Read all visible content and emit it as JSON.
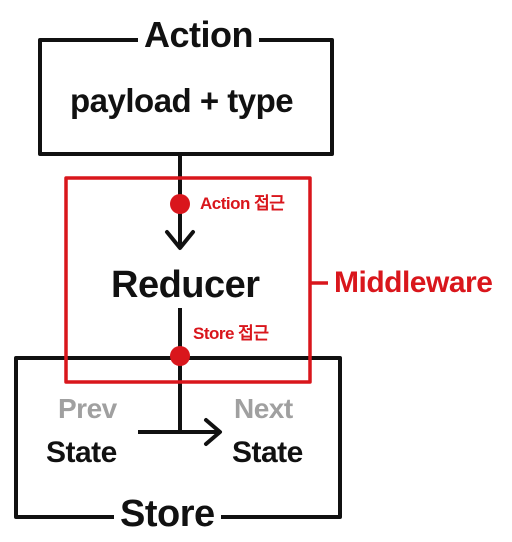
{
  "action": {
    "title": "Action",
    "content": "payload + type"
  },
  "middleware": {
    "label": "Middleware",
    "reducer_label": "Reducer",
    "action_access": "Action 접근",
    "store_access": "Store 접근"
  },
  "store": {
    "title": "Store",
    "prev_label": "Prev",
    "prev_state": "State",
    "next_label": "Next",
    "next_state": "State"
  },
  "colors": {
    "ink": "#111111",
    "accent": "#d9161c",
    "muted": "#a0a0a0"
  }
}
